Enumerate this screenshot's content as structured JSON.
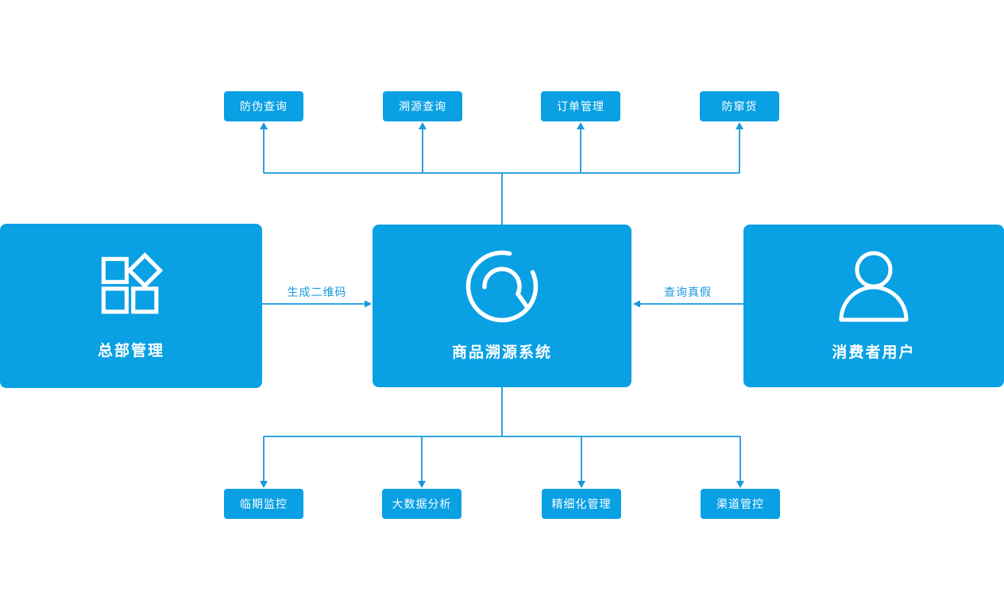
{
  "colors": {
    "node_fill": "#09a0e4",
    "connector_line": "#1898de",
    "node_text": "#ffffff",
    "background": "#ffffff"
  },
  "top_nodes": [
    {
      "label": "防伪查询"
    },
    {
      "label": "溯源查询"
    },
    {
      "label": "订单管理"
    },
    {
      "label": "防窜货"
    }
  ],
  "bottom_nodes": [
    {
      "label": "临期监控"
    },
    {
      "label": "大数据分析"
    },
    {
      "label": "精细化管理"
    },
    {
      "label": "渠道管控"
    }
  ],
  "main_nodes": {
    "left": {
      "label": "总部管理",
      "icon": "grid-diamond-icon"
    },
    "center": {
      "label": "商品溯源系统",
      "icon": "trace-search-icon"
    },
    "right": {
      "label": "消费者用户",
      "icon": "user-icon"
    }
  },
  "edges": {
    "left_to_center": {
      "label": "生成二维码"
    },
    "right_to_center": {
      "label": "查询真假"
    }
  }
}
